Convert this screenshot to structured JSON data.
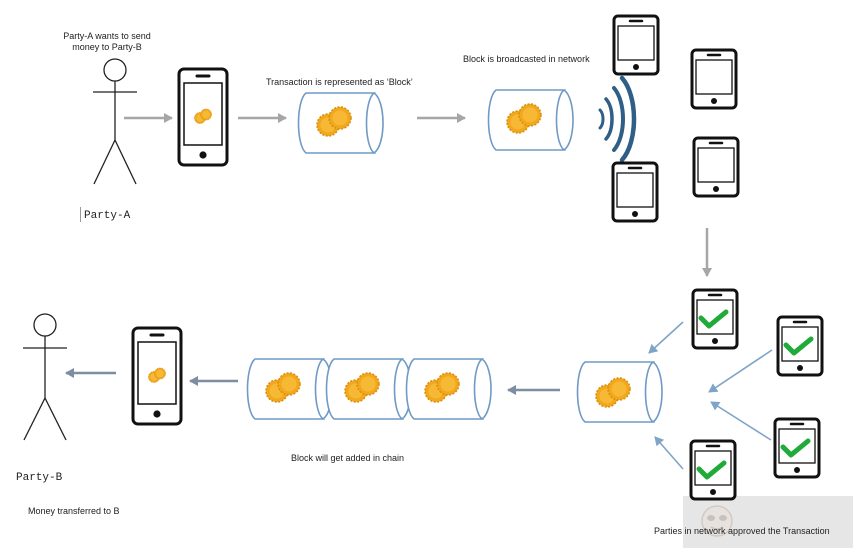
{
  "labels": {
    "party_a_intent": "Party-A wants to send\nmoney to Party-B",
    "party_a_name": "Party-A",
    "transaction_block": "Transaction is represented as ‘Block’",
    "broadcast": "Block is broadcasted in network",
    "parties_approved": "Parties in network approved the Transaction",
    "added_in_chain": "Block will get added in chain",
    "party_b_name": "Party-B",
    "money_transferred": "Money transferred to B"
  },
  "icons": {
    "person": "stick-figure-icon",
    "phone": "smartphone-icon",
    "coins": "coin-stack-icon",
    "block": "cylinder-block-icon",
    "signal": "broadcast-waves-icon",
    "check": "checkmark-icon",
    "arrow": "arrow-icon"
  },
  "colors": {
    "arrow_gray": "#a6a6a6",
    "arrow_blue": "#7ea4c8",
    "block_outline": "#6f9ac5",
    "coin_fill": "#f2a81d",
    "check_green": "#1faa3a",
    "wave_blue": "#2f5f86"
  }
}
